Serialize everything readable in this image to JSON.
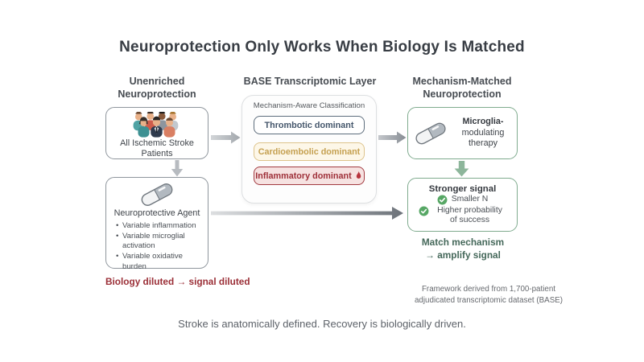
{
  "title": "Neuroprotection Only Works When Biology Is Matched",
  "left": {
    "header_line1": "Unenriched",
    "header_line2": "Neuroprotection",
    "patients_label": "All Ischemic Stroke Patients",
    "agent_title": "Neuroprotective Agent",
    "bullets": [
      "Variable inflammation",
      "Variable microglial activation",
      "Variable oxidative burden"
    ],
    "caption": "Biology diluted → signal diluted",
    "caption_color": "#9b2f37"
  },
  "base": {
    "header": "BASE Transcriptomic Layer",
    "panel_title": "Mechanism-Aware Classification",
    "classes": [
      {
        "label": "Thrombotic dominant",
        "text_color": "#44566b",
        "border_color": "#5d6d7c",
        "bg_color": "#ffffff"
      },
      {
        "label": "Cardioembolic dominant",
        "text_color": "#c5a050",
        "border_color": "#ddc38b",
        "bg_color": "#fdf7e8"
      },
      {
        "label": "Inflammatory dominant",
        "text_color": "#9e2f38",
        "border_color": "#a23a40",
        "bg_color": "#f6e2e1",
        "icon": "flame-icon"
      }
    ]
  },
  "right": {
    "header_line1": "Mechanism-Matched",
    "header_line2": "Neuroprotection",
    "therapy_bold": "Microglia-",
    "therapy_rest": "modulating therapy",
    "outcome_title": "Stronger signal",
    "outcome_items": [
      "Smaller N",
      "Higher probability of success"
    ],
    "caption_line1": "Match mechanism",
    "caption_line2": "→ amplify signal",
    "accent_color": "#7fab8e",
    "check_color": "#57a765"
  },
  "footnote_line1": "Framework derived from 1,700-patient",
  "footnote_line2": "adjudicated transcriptomic dataset (BASE)",
  "tagline": "Stroke is anatomically defined. Recovery is biologically driven.",
  "arrow_colors": {
    "gray_light": "#d2d5d8",
    "gray_dark": "#6d737a",
    "green": "#8db69b"
  }
}
